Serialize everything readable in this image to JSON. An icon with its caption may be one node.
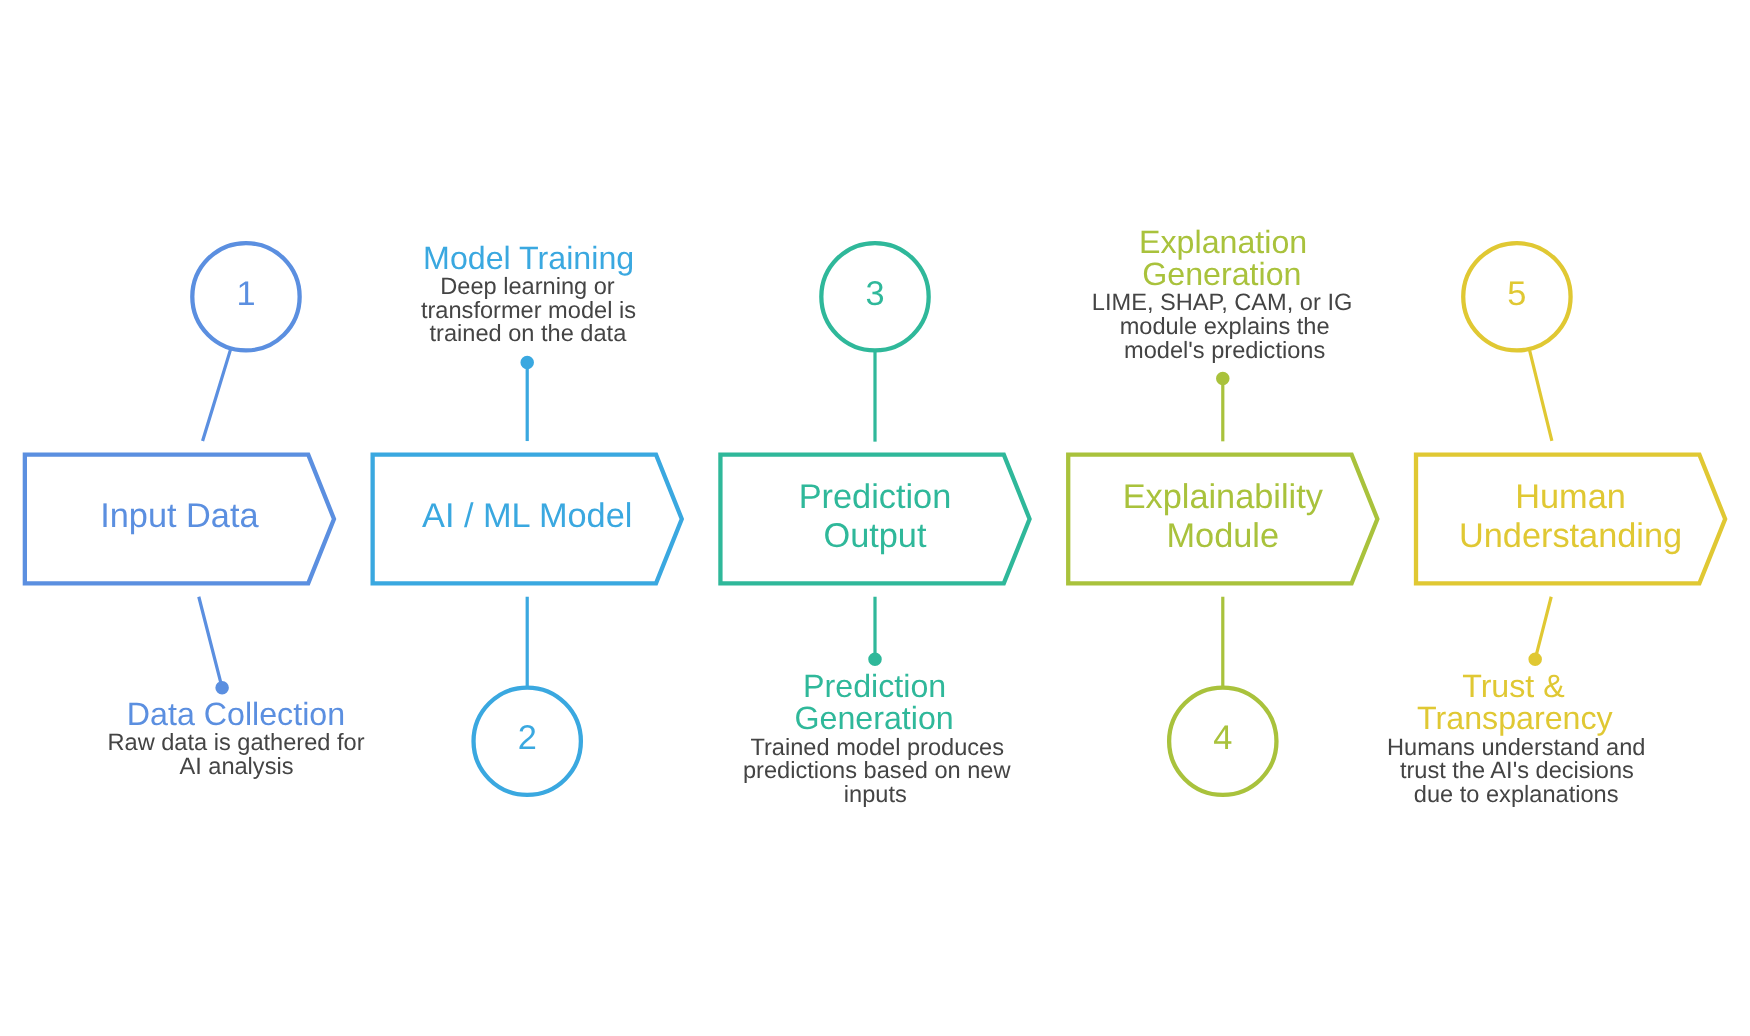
{
  "diagram": {
    "nodes": [
      {
        "text": [
          "1"
        ]
      },
      {
        "text": [
          "Input Data"
        ]
      },
      {
        "text": [
          "Data Collection",
          "Raw data is gathered for AI analysis"
        ]
      },
      {
        "text": [
          "Model Training",
          "Deep learning or transformer model is trained on the data"
        ]
      },
      {
        "text": [
          "AI / ML Model"
        ]
      },
      {
        "text": [
          "2"
        ]
      },
      {
        "text": [
          "3"
        ]
      },
      {
        "text": [
          "Prediction Output"
        ]
      },
      {
        "text": [
          "Prediction Generation",
          "Trained model produces predictions based on new inputs"
        ]
      },
      {
        "text": [
          "Explanation Generation",
          "LIME, SHAP, CAM, or IG module explains the model's predictions"
        ]
      },
      {
        "text": [
          "Explainability Module"
        ]
      },
      {
        "text": [
          "4"
        ]
      },
      {
        "text": [
          "5"
        ]
      },
      {
        "text": [
          "Human Understanding"
        ]
      },
      {
        "text": [
          "Trust & Transparency",
          "Humans understand and trust the AI's decisions due to explanations"
        ]
      }
    ],
    "edges": [
      {
        "from": 0,
        "to": 1,
        "arrow": "none",
        "color": "#5b8fe0"
      },
      {
        "from": 1,
        "to": 2,
        "arrow": "other",
        "color": "#5b8fe0"
      },
      {
        "from": 4,
        "to": 3,
        "arrow": "other",
        "color": "#3aa8e0"
      },
      {
        "from": 5,
        "to": 4,
        "arrow": "none",
        "color": "#3aa8e0"
      },
      {
        "from": 6,
        "to": 7,
        "arrow": "none",
        "color": "#2fb89a"
      },
      {
        "from": 7,
        "to": 8,
        "arrow": "other",
        "color": "#2fb89a"
      },
      {
        "from": 10,
        "to": 9,
        "arrow": "other",
        "color": "#a9c23c"
      },
      {
        "from": 11,
        "to": 10,
        "arrow": "none",
        "color": "#a9c23c"
      },
      {
        "from": 12,
        "to": 13,
        "arrow": "none",
        "color": "#e0c833"
      },
      {
        "from": 13,
        "to": 14,
        "arrow": "other",
        "color": "#e0c833"
      }
    ]
  }
}
